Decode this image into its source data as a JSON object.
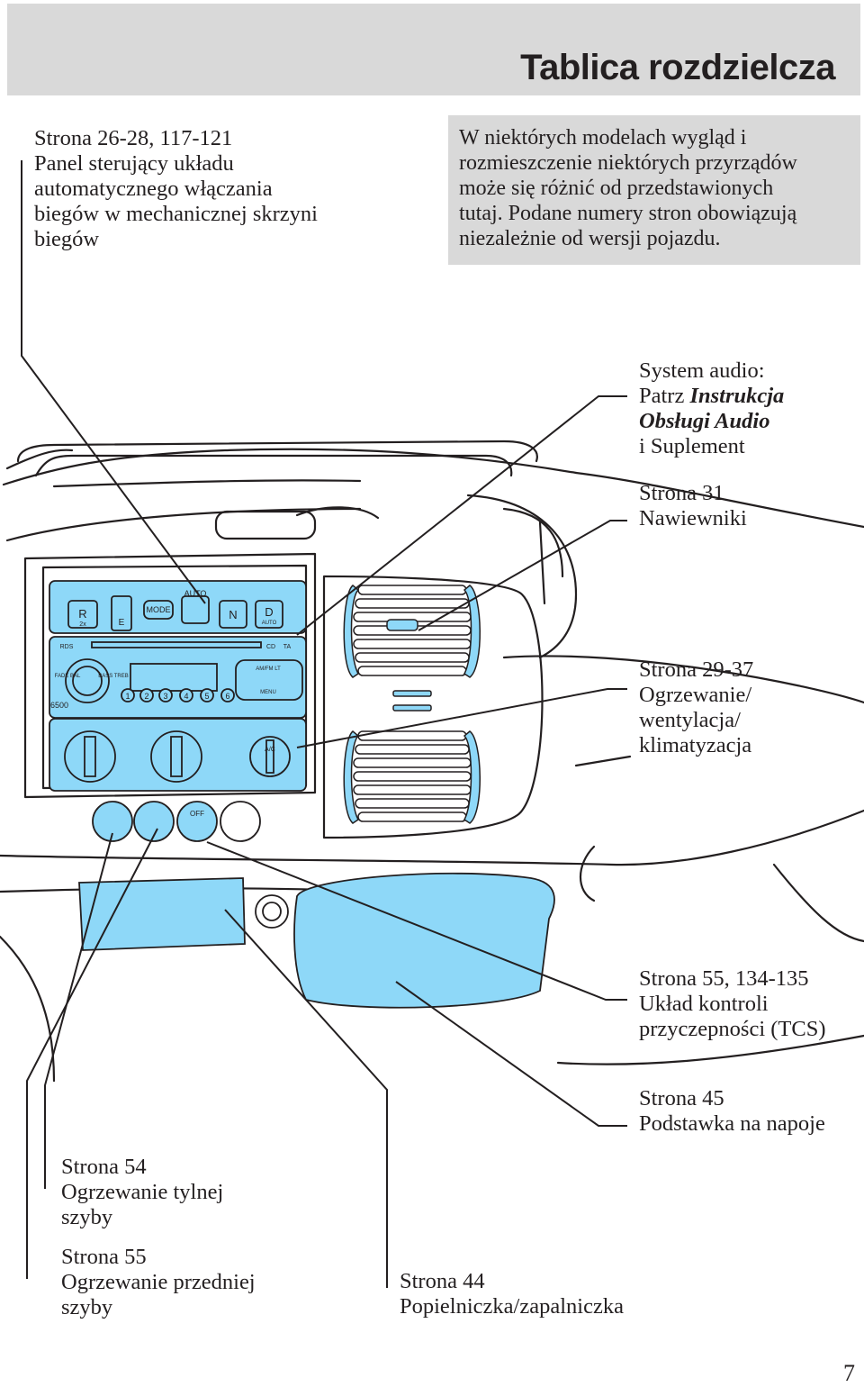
{
  "header": {
    "title": "Tablica rozdzielcza"
  },
  "note": {
    "lines": [
      "W niektórych modelach wygląd i",
      "rozmieszczenie niektórych przyrządów",
      "może się różnić od przedstawionych",
      "tutaj. Podane numery stron obowiązują",
      "niezależnie od wersji pojazdu."
    ]
  },
  "callouts": {
    "gearbox": {
      "lines": [
        "Strona 26-28, 117-121",
        "Panel sterujący układu",
        "automatycznego włączania",
        "biegów w mechanicznej skrzyni",
        "biegów"
      ]
    },
    "audio": {
      "line1": "System audio:",
      "line2_prefix": "Patrz ",
      "line2_emph": "Instrukcja",
      "line3_emph": "Obsługi Audio",
      "line4": "i Suplement"
    },
    "vents": {
      "lines": [
        "Strona 31",
        "Nawiewniki"
      ]
    },
    "climate": {
      "lines": [
        "Strona 29-37",
        "Ogrzewanie/",
        "wentylacja/",
        "klimatyzacja"
      ]
    },
    "tcs": {
      "lines": [
        "Strona 55, 134-135",
        "Układ kontroli",
        "przyczepności (TCS)"
      ]
    },
    "cupholder": {
      "lines": [
        "Strona 45",
        "Podstawka na napoje"
      ]
    },
    "rear_defrost": {
      "lines": [
        "Strona 54",
        "Ogrzewanie tylnej",
        "szyby"
      ]
    },
    "front_defrost": {
      "lines": [
        "Strona 55",
        "Ogrzewanie przedniej",
        "szyby"
      ]
    },
    "ashtray": {
      "lines": [
        "Strona 44",
        "Popielniczka/zapalniczka"
      ]
    }
  },
  "panel_markings": {
    "gear_r": "R",
    "gear_r_sub": "2x",
    "gear_e": "E",
    "gear_n": "N",
    "gear_d": "D",
    "gear_d_sub": "AUTO",
    "mode": "MODE",
    "auto": "AUTO",
    "rds": "RDS",
    "cd": "CD",
    "ta": "TA",
    "fade_bal": "FADE BAL",
    "bass_treb": "BASS TREB",
    "am_fm": "AM/FM LT",
    "menu": "MENU",
    "model": "6500",
    "presets": [
      "1",
      "2",
      "3",
      "4",
      "5",
      "6"
    ],
    "ac": "A/C",
    "off": "OFF"
  },
  "colors": {
    "accent": "#8ed8f8",
    "ink": "#231f20",
    "header_gray": "#d9d9d9"
  },
  "page_number": "7"
}
